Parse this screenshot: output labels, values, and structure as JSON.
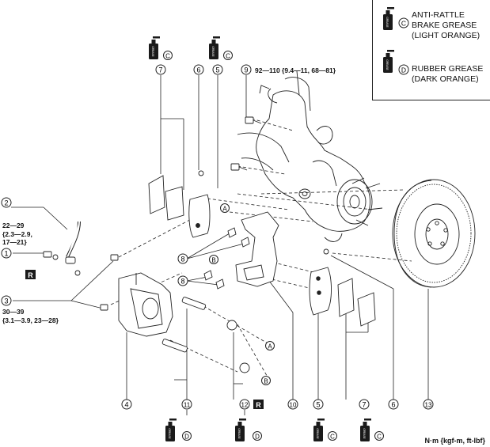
{
  "legend": {
    "c_text": [
      "ANTI-RATTLE",
      "BRAKE GREASE",
      "(LIGHT ORANGE)"
    ],
    "d_text": [
      "RUBBER GREASE",
      "(DARK ORANGE)"
    ],
    "c_letter": "C",
    "d_letter": "D"
  },
  "grease_label": "GREASE",
  "callouts": {
    "n1": "1",
    "n2": "2",
    "n3": "3",
    "n4": "4",
    "n5": "5",
    "n6": "6",
    "n7": "7",
    "n8": "8",
    "n9": "9",
    "n10": "10",
    "n11": "11",
    "n12": "12",
    "n13": "13"
  },
  "letters": {
    "a": "A",
    "b": "B",
    "c": "C",
    "d": "D",
    "r": "R"
  },
  "torque": {
    "t9": "92—110 {9.4—11, 68—81}",
    "t2": [
      "22—29",
      "{2.3—2.9,",
      "17—21}"
    ],
    "t3": [
      "30—39",
      "{3.1—3.9, 23—28}"
    ]
  },
  "units": "N·m {kgf-m, ft-lbf}",
  "colors": {
    "ink": "#111111",
    "line": "#222222",
    "fill_dark": "#1a1a1a"
  }
}
